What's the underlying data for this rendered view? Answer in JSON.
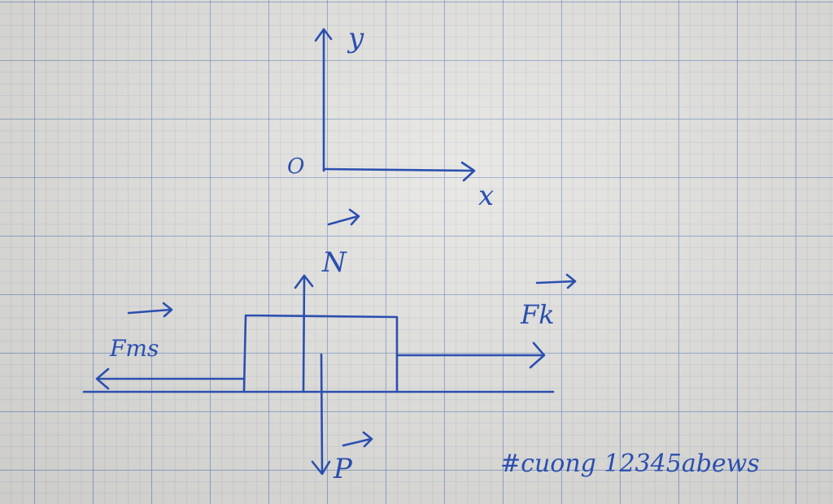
{
  "diagram": {
    "axes": {
      "y_label": "y",
      "x_label": "x",
      "origin_label": "O"
    },
    "forces": {
      "normal": "N",
      "weight": "P",
      "pull": "Fk",
      "friction": "Fms"
    },
    "caption": "#cuong 12345abews"
  },
  "colors": {
    "ink": "#2b4fb0",
    "paper": "#e4e3df",
    "grid": "#5a82be"
  }
}
